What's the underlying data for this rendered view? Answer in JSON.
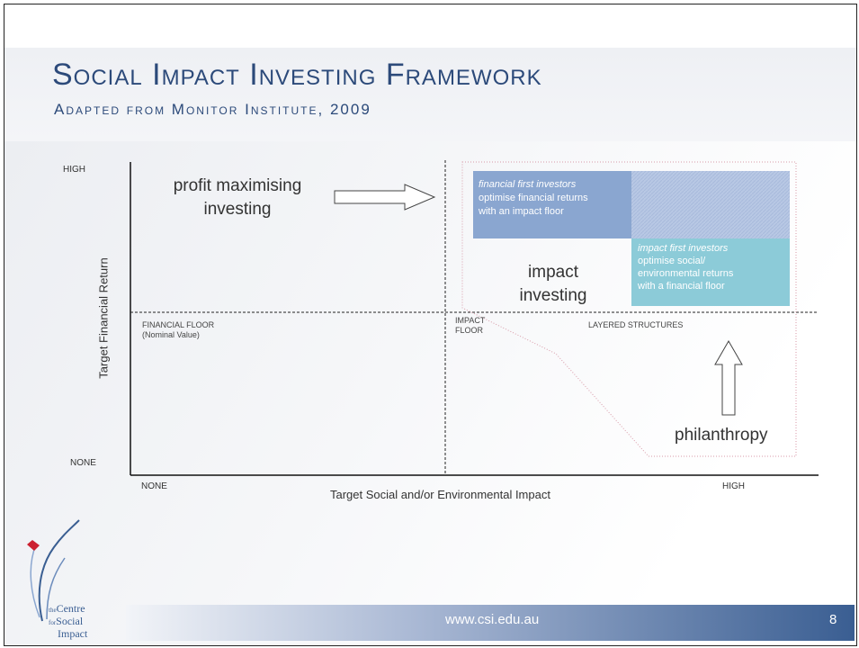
{
  "slide": {
    "title": "Social Impact Investing Framework",
    "subtitle": "Adapted from Monitor Institute, 2009",
    "slide_number": "8",
    "url": "www.csi.edu.au"
  },
  "axes": {
    "y_title": "Target Financial Return",
    "x_title": "Target Social and/or Environmental Impact",
    "y_high": "HIGH",
    "y_none": "NONE",
    "x_none": "NONE",
    "x_high": "HIGH"
  },
  "floors": {
    "financial_floor_line1": "FINANCIAL FLOOR",
    "financial_floor_line2": "(Nominal Value)",
    "impact_floor_line1": "IMPACT",
    "impact_floor_line2": "FLOOR",
    "layered": "LAYERED STRUCTURES"
  },
  "regions": {
    "profit_line1": "profit maximising",
    "profit_line2": "investing",
    "impact_line1": "impact",
    "impact_line2": "investing",
    "philanthropy": "philanthropy"
  },
  "boxes": {
    "financial_first": {
      "heading": "financial first investors",
      "line1": "optimise financial returns",
      "line2": "with an impact floor"
    },
    "impact_first": {
      "heading": "impact first investors",
      "line1": "optimise social/",
      "line2": "environmental returns",
      "line3": "with a financial floor"
    }
  },
  "logo": {
    "line1": "Centre",
    "line2": "Social",
    "line3": "Impact",
    "prefix1": "the",
    "prefix2": "for"
  },
  "colors": {
    "title": "#2c4a7a",
    "financial_box": "#8aa6d0",
    "impact_box": "#8ccbd8",
    "hatched_box": "#b8c8e4"
  }
}
